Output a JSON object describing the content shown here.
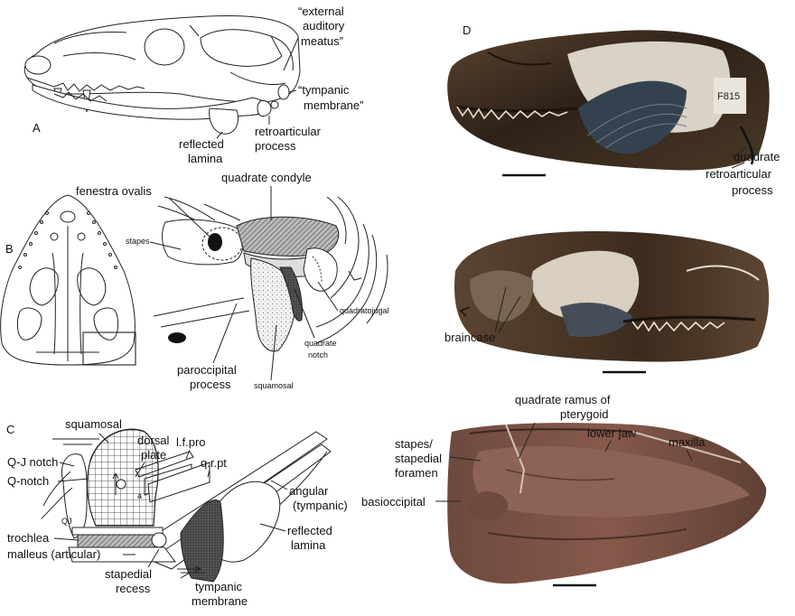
{
  "panels": {
    "A": {
      "letter": "A",
      "labels": {
        "eam": [
          "“external",
          "auditory",
          "meatus”"
        ],
        "tm": [
          "“tympanic",
          "membrane”"
        ],
        "rap": [
          "retroarticular",
          "process"
        ],
        "rl": [
          "reflected",
          "lamina"
        ]
      }
    },
    "B": {
      "letter": "B",
      "labels": {
        "fo": "fenestra ovalis",
        "qc": "quadrate condyle",
        "st": "stapes",
        "qj": "quadratojugal",
        "qn": [
          "quadrate",
          "notch"
        ],
        "sq": "squamosal",
        "pp": [
          "paroccipital",
          "process"
        ]
      }
    },
    "C": {
      "letter": "C",
      "labels": {
        "sq": "squamosal",
        "dp": [
          "dorsal",
          "plate"
        ],
        "lfpro": "l.f.pro",
        "qrpt": "q.r.pt",
        "qjn": "Q-J notch",
        "qn": "Q-notch",
        "qj": "QJ",
        "a": "a",
        "ang": [
          "angular",
          "(tympanic)"
        ],
        "rl": [
          "reflected",
          "lamina"
        ],
        "tr": "trochlea",
        "mal": "malleus (articular)",
        "sr": [
          "stapedial",
          "recess"
        ],
        "tm": [
          "tympanic",
          "membrane"
        ]
      }
    },
    "D": {
      "letter": "D",
      "specimen_tag": "F815",
      "labels": {
        "quad": "quadrate",
        "rap": [
          "retroarticular",
          "process"
        ],
        "bc": "braincase",
        "qrp": [
          "quadrate ramus of",
          "pterygoid"
        ],
        "lj": "lower jaw",
        "max": "maxilla",
        "stp": [
          "stapes/",
          "stapedial",
          "foramen"
        ],
        "bo": "basioccipital"
      }
    }
  },
  "colors": {
    "ink": "#111111",
    "fossil_dark": "#3a2a1c",
    "fossil_mid": "#6b5138",
    "matrix_light": "#ddd4c4",
    "fossil_ventral": "#7b5346"
  }
}
